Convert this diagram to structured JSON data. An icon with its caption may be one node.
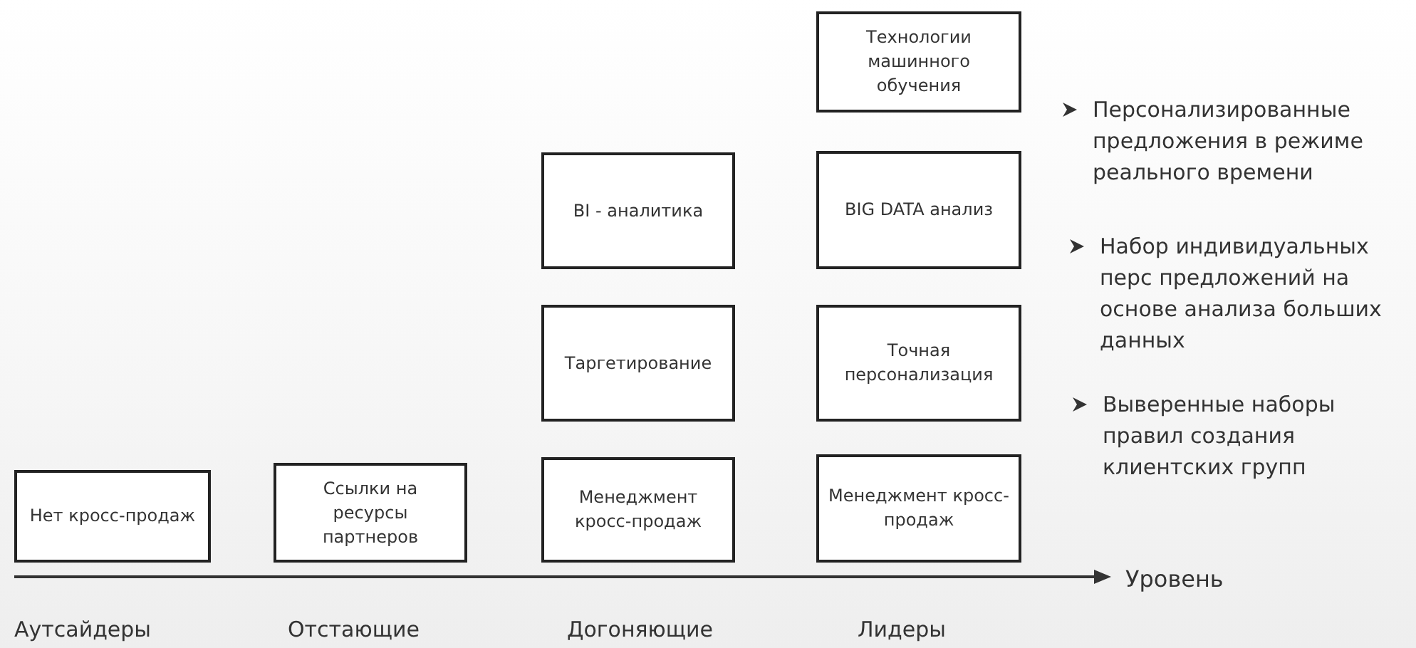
{
  "diagram": {
    "nodes": [
      {
        "text": [
          "Нет кросс-продаж"
        ]
      },
      {
        "text": [
          "Ссылки на ресурсы партнеров"
        ]
      },
      {
        "text": [
          "BI - аналитика"
        ]
      },
      {
        "text": [
          "Таргетирование"
        ]
      },
      {
        "text": [
          "Менеджмент кросс-продаж"
        ]
      },
      {
        "text": [
          "Технологии машинного обучения"
        ]
      },
      {
        "text": [
          "BIG DATA анализ"
        ]
      },
      {
        "text": [
          "Точная персонализация"
        ]
      },
      {
        "text": [
          "Менеджмент кросс-продаж"
        ]
      }
    ],
    "edges": [],
    "labels": [
      "Персонализированные предложения в режиме реального времени",
      "Набор индивидуальных перс предложений на основе анализа больших данных",
      "Выверенные наборы правил создания клиентских групп",
      "Уровень",
      "Аутсайдеры",
      "Отстающие",
      "Догоняющие",
      "Лидеры"
    ]
  }
}
